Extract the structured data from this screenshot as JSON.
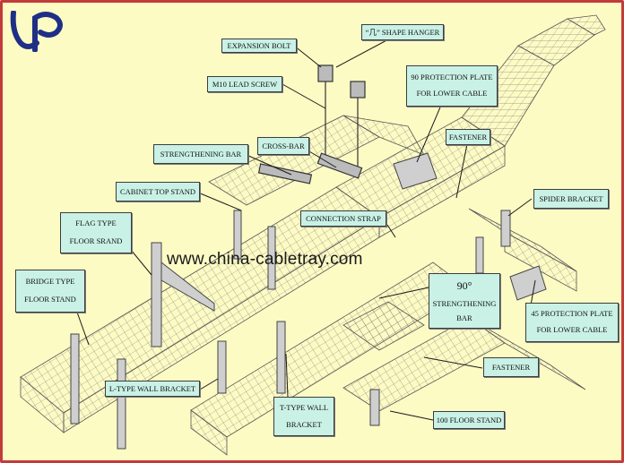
{
  "logo": {
    "name": "company-logo",
    "color": "#1f2f86"
  },
  "watermark": "www.china-cabletray.com",
  "colors": {
    "background": "#fdfbc4",
    "border": "#c23b3b",
    "label_fill": "#c9f1e5",
    "line": "#1a1a1a"
  },
  "labels": {
    "expansion_bolt": "EXPANSION BOLT",
    "shape_hanger": "“几” SHAPE HANGER",
    "m10_lead_screw": "M10 LEAD SCREW",
    "protection_90_line1": "90 PROTECTION PLATE",
    "protection_90_line2": "FOR LOWER CABLE",
    "fastener_top": "FASTENER",
    "cross_bar": "CROSS-BAR",
    "strengthening_bar": "STRENGTHENING   BAR",
    "cabinet_top_stand": "CABINET TOP STAND",
    "spider_bracket": "SPIDER BRACKET",
    "connection_strap": "CONNECTION STRAP",
    "flag_type_line1": "FLAG TYPE",
    "flag_type_line2": "FLOOR SRAND",
    "bridge_type_line1": "BRIDGE TYPE",
    "bridge_type_line2": "FLOOR STAND",
    "strengthening_90_line1": "90°",
    "strengthening_90_line2": "STRENGTHENING",
    "strengthening_90_line3": "BAR",
    "protection_45_line1": "45 PROTECTION PLATE",
    "protection_45_line2": "FOR LOWER CABLE",
    "fastener_bottom": "FASTENER",
    "l_type_wall_bracket": "L-TYPE WALL BRACKET",
    "t_type_line1": "T-TYPE WALL",
    "t_type_line2": "BRACKET",
    "floor_stand_100": "100 FLOOR STAND"
  }
}
